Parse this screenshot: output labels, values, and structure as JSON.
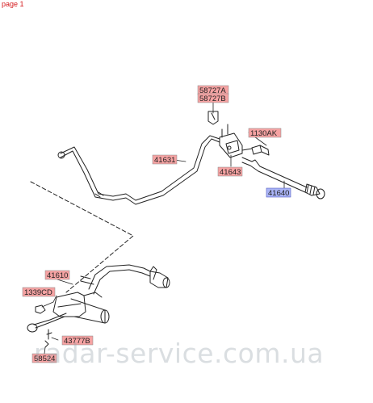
{
  "page_label": "page 1",
  "parts": {
    "p58727A": "58727A",
    "p58727B": "58727B",
    "p1130AK": "1130AK",
    "p41631": "41631",
    "p41643": "41643",
    "p41640": "41640",
    "p41610": "41610",
    "p1339CD": "1339CD",
    "p43777B": "43777B",
    "p58524": "58524"
  },
  "colors": {
    "callout_fill": "#f6a3a3",
    "callout_highlight_fill": "#aab4f6",
    "line": "#222222"
  },
  "watermark": "radar-service.com.ua"
}
